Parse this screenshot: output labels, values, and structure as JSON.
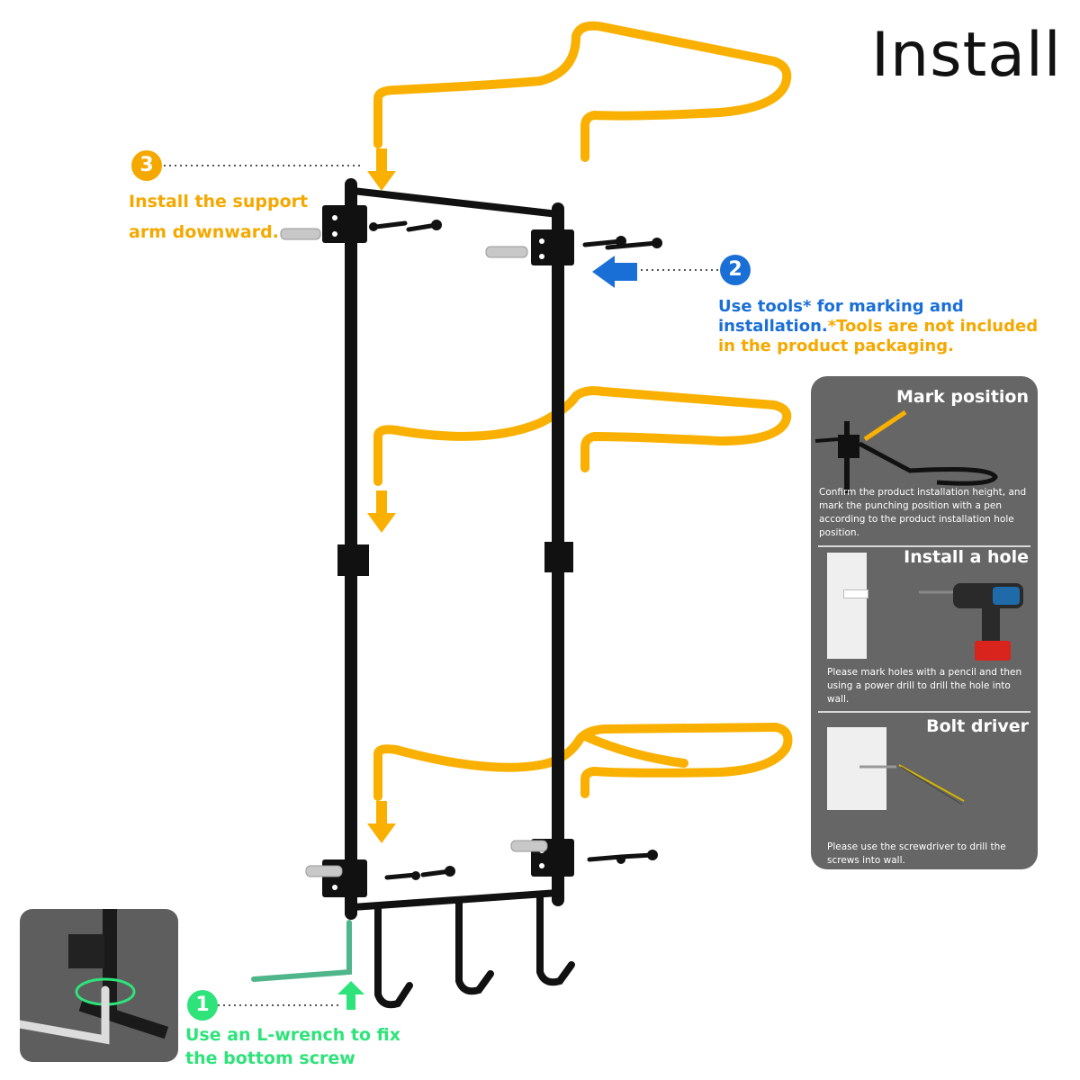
{
  "title": "Install",
  "steps": [
    {
      "badge": "3",
      "text": "Install the support arm downward."
    },
    {
      "badge": "2",
      "text_a": "Use tools* for marking and installation.",
      "text_b": "*Tools are not included in the product packaging."
    },
    {
      "badge": "1",
      "text": "Use an L-wrench to fix the bottom screw"
    }
  ],
  "panel": {
    "sections": [
      {
        "heading": "Mark position",
        "text": "Confirm the product installation height, and mark the punching position with a pen according to the product installation hole position."
      },
      {
        "heading": "Install a hole",
        "text": "Please mark holes with a pencil and then using a power drill to drill the hole into wall."
      },
      {
        "heading": "Bolt driver",
        "text": "Please use the screwdriver to drill the screws into wall."
      }
    ]
  },
  "colors": {
    "arm": "#f9b000",
    "rack": "#111111",
    "step3": "#f5a800",
    "step2": "#1a6fd6",
    "step1": "#2ee37a",
    "panel_bg": "#666666"
  }
}
